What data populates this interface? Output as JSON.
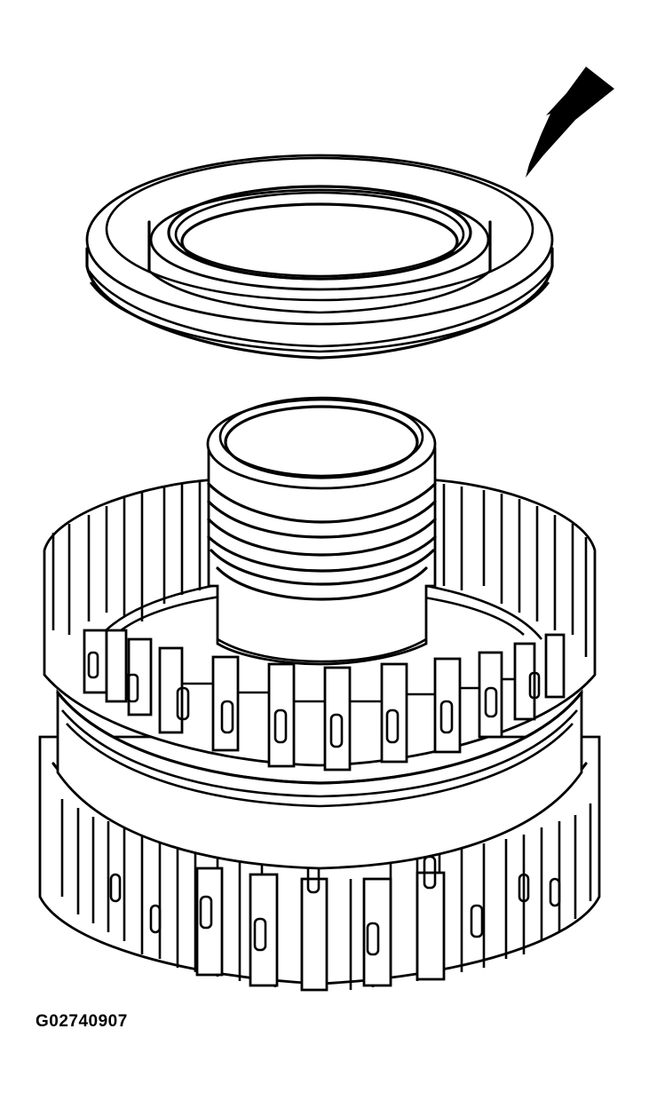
{
  "figure": {
    "id_label": "G02740907",
    "description": "Exploded line-art of clutch housing with thrust bearing/seal ring above, arrow pointing to ring",
    "parts": [
      {
        "name": "seal-ring",
        "label": ""
      },
      {
        "name": "clutch-housing-hub",
        "label": ""
      },
      {
        "name": "upper-clutch-drum",
        "label": ""
      },
      {
        "name": "lower-clutch-drum",
        "label": ""
      }
    ],
    "callout": {
      "type": "arrow",
      "points_to": "seal-ring"
    },
    "colors": {
      "line": "#000000",
      "background": "#ffffff"
    }
  }
}
